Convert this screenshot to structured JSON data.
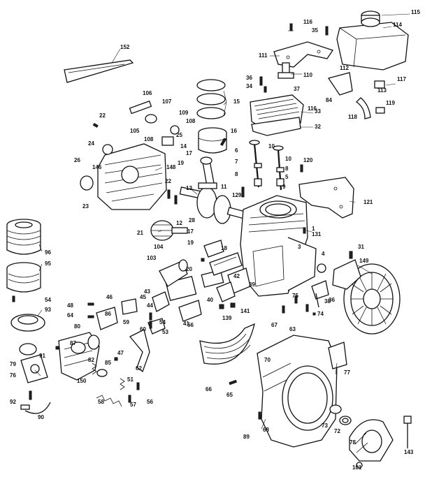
{
  "diagram": {
    "labels": [
      {
        "id": "152",
        "text": "152"
      },
      {
        "id": "115",
        "text": "115"
      },
      {
        "id": "114",
        "text": "114"
      },
      {
        "id": "116",
        "text": "116"
      },
      {
        "id": "35",
        "text": "35"
      },
      {
        "id": "111",
        "text": "111"
      },
      {
        "id": "110",
        "text": "110"
      },
      {
        "id": "112",
        "text": "112"
      },
      {
        "id": "36",
        "text": "36"
      },
      {
        "id": "34",
        "text": "34"
      },
      {
        "id": "37",
        "text": "37"
      },
      {
        "id": "84",
        "text": "84"
      },
      {
        "id": "113",
        "text": "113"
      },
      {
        "id": "117",
        "text": "117"
      },
      {
        "id": "118",
        "text": "118"
      },
      {
        "id": "119",
        "text": "119"
      },
      {
        "id": "116b",
        "text": "116"
      },
      {
        "id": "33",
        "text": "33"
      },
      {
        "id": "32",
        "text": "32"
      },
      {
        "id": "15",
        "text": "15"
      },
      {
        "id": "106",
        "text": "106"
      },
      {
        "id": "107",
        "text": "107"
      },
      {
        "id": "105",
        "text": "105"
      },
      {
        "id": "108",
        "text": "108"
      },
      {
        "id": "109",
        "text": "109"
      },
      {
        "id": "108b",
        "text": "108"
      },
      {
        "id": "25",
        "text": "25"
      },
      {
        "id": "14",
        "text": "14"
      },
      {
        "id": "16",
        "text": "16"
      },
      {
        "id": "22a",
        "text": "22"
      },
      {
        "id": "24",
        "text": "24"
      },
      {
        "id": "26",
        "text": "26"
      },
      {
        "id": "146",
        "text": "146"
      },
      {
        "id": "148",
        "text": "148"
      },
      {
        "id": "23",
        "text": "23"
      },
      {
        "id": "17",
        "text": "17"
      },
      {
        "id": "19",
        "text": "19"
      },
      {
        "id": "6",
        "text": "6"
      },
      {
        "id": "10a",
        "text": "10"
      },
      {
        "id": "7",
        "text": "7"
      },
      {
        "id": "8",
        "text": "8"
      },
      {
        "id": "9",
        "text": "9"
      },
      {
        "id": "10b",
        "text": "10"
      },
      {
        "id": "5",
        "text": "5"
      },
      {
        "id": "8b",
        "text": "8"
      },
      {
        "id": "120",
        "text": "120"
      },
      {
        "id": "22b",
        "text": "22"
      },
      {
        "id": "11",
        "text": "11"
      },
      {
        "id": "13",
        "text": "13"
      },
      {
        "id": "129",
        "text": "129"
      },
      {
        "id": "121",
        "text": "121"
      },
      {
        "id": "28",
        "text": "28"
      },
      {
        "id": "1",
        "text": "1"
      },
      {
        "id": "131",
        "text": "131"
      },
      {
        "id": "12",
        "text": "12"
      },
      {
        "id": "21",
        "text": "21"
      },
      {
        "id": "17b",
        "text": "17"
      },
      {
        "id": "18",
        "text": "18"
      },
      {
        "id": "19b",
        "text": "19"
      },
      {
        "id": "20",
        "text": "20"
      },
      {
        "id": "104",
        "text": "104"
      },
      {
        "id": "103",
        "text": "103"
      },
      {
        "id": "3",
        "text": "3"
      },
      {
        "id": "4",
        "text": "4"
      },
      {
        "id": "31",
        "text": "31"
      },
      {
        "id": "149",
        "text": "149"
      },
      {
        "id": "96",
        "text": "96"
      },
      {
        "id": "95",
        "text": "95"
      },
      {
        "id": "54a",
        "text": "54"
      },
      {
        "id": "93",
        "text": "93"
      },
      {
        "id": "43",
        "text": "43"
      },
      {
        "id": "44",
        "text": "44"
      },
      {
        "id": "45",
        "text": "45"
      },
      {
        "id": "41",
        "text": "41"
      },
      {
        "id": "42",
        "text": "42"
      },
      {
        "id": "40",
        "text": "40"
      },
      {
        "id": "39",
        "text": "39"
      },
      {
        "id": "38",
        "text": "38"
      },
      {
        "id": "75",
        "text": "75"
      },
      {
        "id": "36b",
        "text": "36"
      },
      {
        "id": "48",
        "text": "48"
      },
      {
        "id": "46",
        "text": "46"
      },
      {
        "id": "64",
        "text": "64"
      },
      {
        "id": "80",
        "text": "80"
      },
      {
        "id": "87",
        "text": "87"
      },
      {
        "id": "86",
        "text": "86"
      },
      {
        "id": "54b",
        "text": "54"
      },
      {
        "id": "59",
        "text": "59"
      },
      {
        "id": "53",
        "text": "53"
      },
      {
        "id": "60",
        "text": "60"
      },
      {
        "id": "56",
        "text": "56"
      },
      {
        "id": "139",
        "text": "139"
      },
      {
        "id": "141",
        "text": "141"
      },
      {
        "id": "67",
        "text": "67"
      },
      {
        "id": "63",
        "text": "63"
      },
      {
        "id": "74",
        "text": "74"
      },
      {
        "id": "79",
        "text": "79"
      },
      {
        "id": "91",
        "text": "91"
      },
      {
        "id": "76",
        "text": "76"
      },
      {
        "id": "82",
        "text": "82"
      },
      {
        "id": "150",
        "text": "150"
      },
      {
        "id": "85",
        "text": "85"
      },
      {
        "id": "62",
        "text": "62"
      },
      {
        "id": "47",
        "text": "47"
      },
      {
        "id": "51",
        "text": "51"
      },
      {
        "id": "58",
        "text": "58"
      },
      {
        "id": "56b",
        "text": "56"
      },
      {
        "id": "57",
        "text": "57"
      },
      {
        "id": "70",
        "text": "70"
      },
      {
        "id": "77",
        "text": "77"
      },
      {
        "id": "65",
        "text": "65"
      },
      {
        "id": "66",
        "text": "66"
      },
      {
        "id": "92",
        "text": "92"
      },
      {
        "id": "90",
        "text": "90"
      },
      {
        "id": "89",
        "text": "89"
      },
      {
        "id": "68",
        "text": "68"
      },
      {
        "id": "73",
        "text": "73"
      },
      {
        "id": "72",
        "text": "72"
      },
      {
        "id": "78",
        "text": "78"
      },
      {
        "id": "143",
        "text": "143"
      },
      {
        "id": "101",
        "text": "101"
      }
    ]
  }
}
